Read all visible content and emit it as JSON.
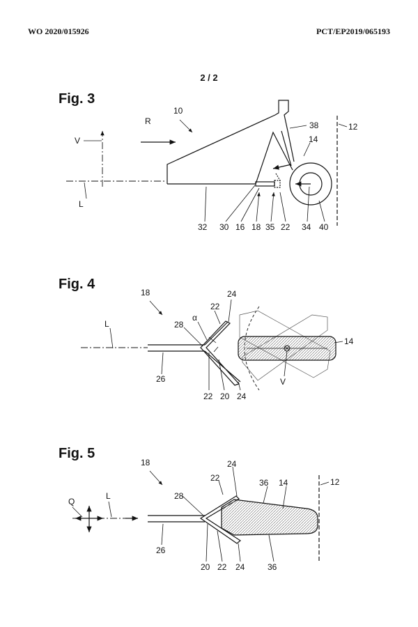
{
  "header": {
    "publication_number": "WO 2020/015926",
    "application_number": "PCT/EP2019/065193"
  },
  "sheet": "2 / 2",
  "figures": [
    {
      "label": "Fig. 3",
      "refs": {
        "V": "V",
        "R": "R",
        "L": "L",
        "n10": "10",
        "n12": "12",
        "n14": "14",
        "n38": "38",
        "n32": "32",
        "n30": "30",
        "n16": "16",
        "n18": "18",
        "n35": "35",
        "n22": "22",
        "n34": "34",
        "n40": "40"
      }
    },
    {
      "label": "Fig. 4",
      "refs": {
        "n18": "18",
        "L": "L",
        "n28": "28",
        "alpha": "α",
        "n22a": "22",
        "n24a": "24",
        "n14": "14",
        "n26": "26",
        "n22b": "22",
        "n20": "20",
        "n24b": "24",
        "V": "V"
      }
    },
    {
      "label": "Fig. 5",
      "refs": {
        "n18": "18",
        "n24a": "24",
        "n22a": "22",
        "n36a": "36",
        "n14": "14",
        "n12": "12",
        "Q": "Q",
        "L": "L",
        "n28": "28",
        "n26": "26",
        "n20": "20",
        "n22b": "22",
        "n24b": "24",
        "n36b": "36"
      }
    }
  ]
}
